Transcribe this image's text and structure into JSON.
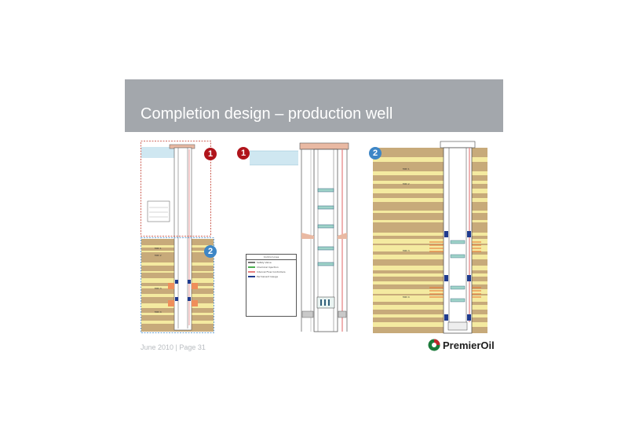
{
  "slide": {
    "title": "Completion design – production well",
    "footer": "June 2010 | Page 31",
    "logo_text": "PremierOil"
  },
  "badges": {
    "one": "1",
    "two": "2"
  },
  "legend": {
    "header": "Control Lines",
    "items": [
      {
        "label": "Safety Valve",
        "color": "#777777"
      },
      {
        "label": "Chemical Injection",
        "color": "#4caf50"
      },
      {
        "label": "Interval Flow Controllers",
        "color": "#e67f7f"
      },
      {
        "label": "Permanent Gauge",
        "color": "#1f3b8f"
      }
    ]
  },
  "zone_labels": {
    "mid_1": "MID 1",
    "mid_2": "MID 2",
    "mid_3": "MID 3",
    "mid_4": "MID 4"
  },
  "colors": {
    "header_bg": "#a3a7ac",
    "strata_tan": "#c7aa7a",
    "strata_yellow": "#f4eaa0",
    "water": "#cfe7f1",
    "badge_red": "#b0141b",
    "badge_blue": "#3d86c6"
  }
}
